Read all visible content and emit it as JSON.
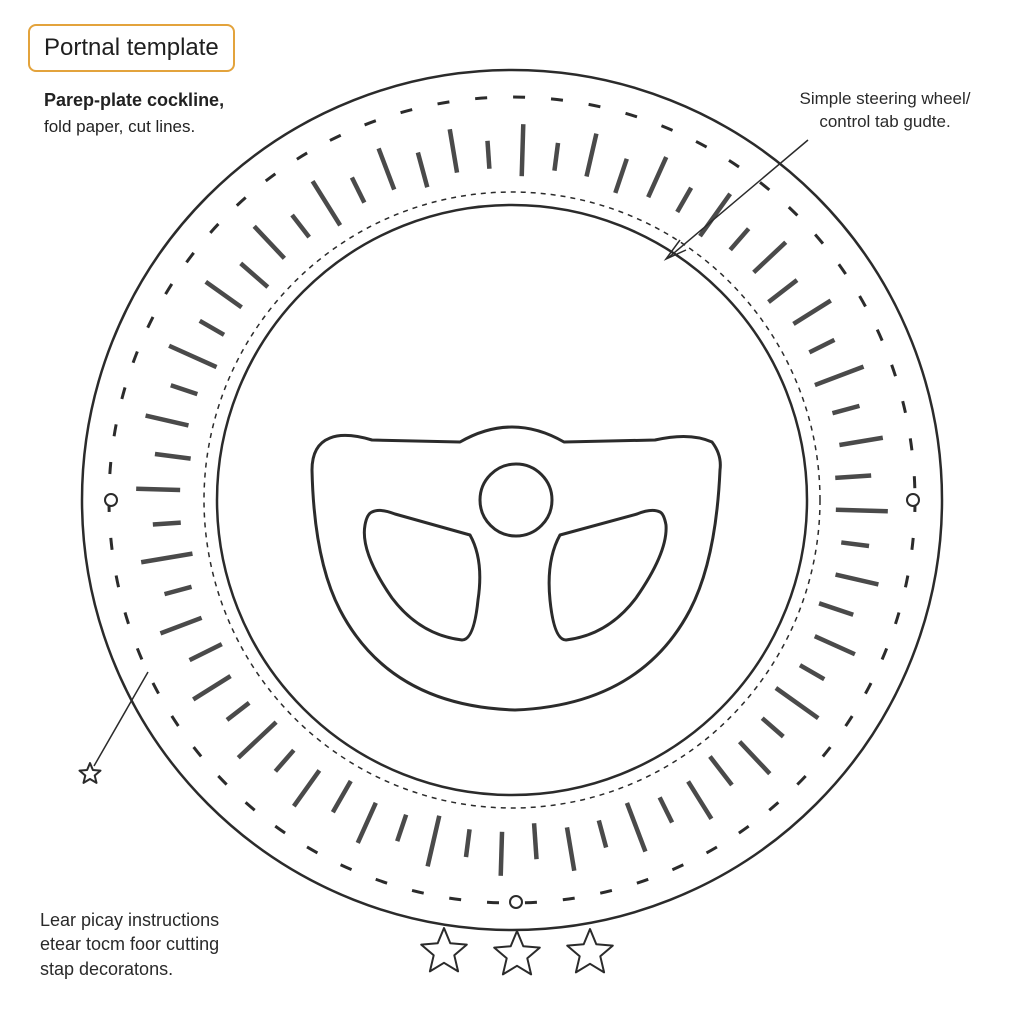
{
  "header": {
    "title": "Portnal template",
    "subtitle_line1": "Parep-plate cockline,",
    "subtitle_line2": "fold paper, cut lines."
  },
  "callout": {
    "line1": "Simple steering wheel/",
    "line2": "control tab gudte."
  },
  "notes": {
    "line1": "Lear picay instructions",
    "line2": "etear tocm foor cutting",
    "line3": "stap decoratons."
  },
  "decorations": {
    "stars_bottom": 3,
    "stars_left": 1,
    "punch_holes": 3
  },
  "colors": {
    "accent": "#e3a33c",
    "ink": "#2b2b2b"
  },
  "icons": [
    "steering-wheel-icon",
    "star-icon",
    "punch-hole-icon"
  ]
}
